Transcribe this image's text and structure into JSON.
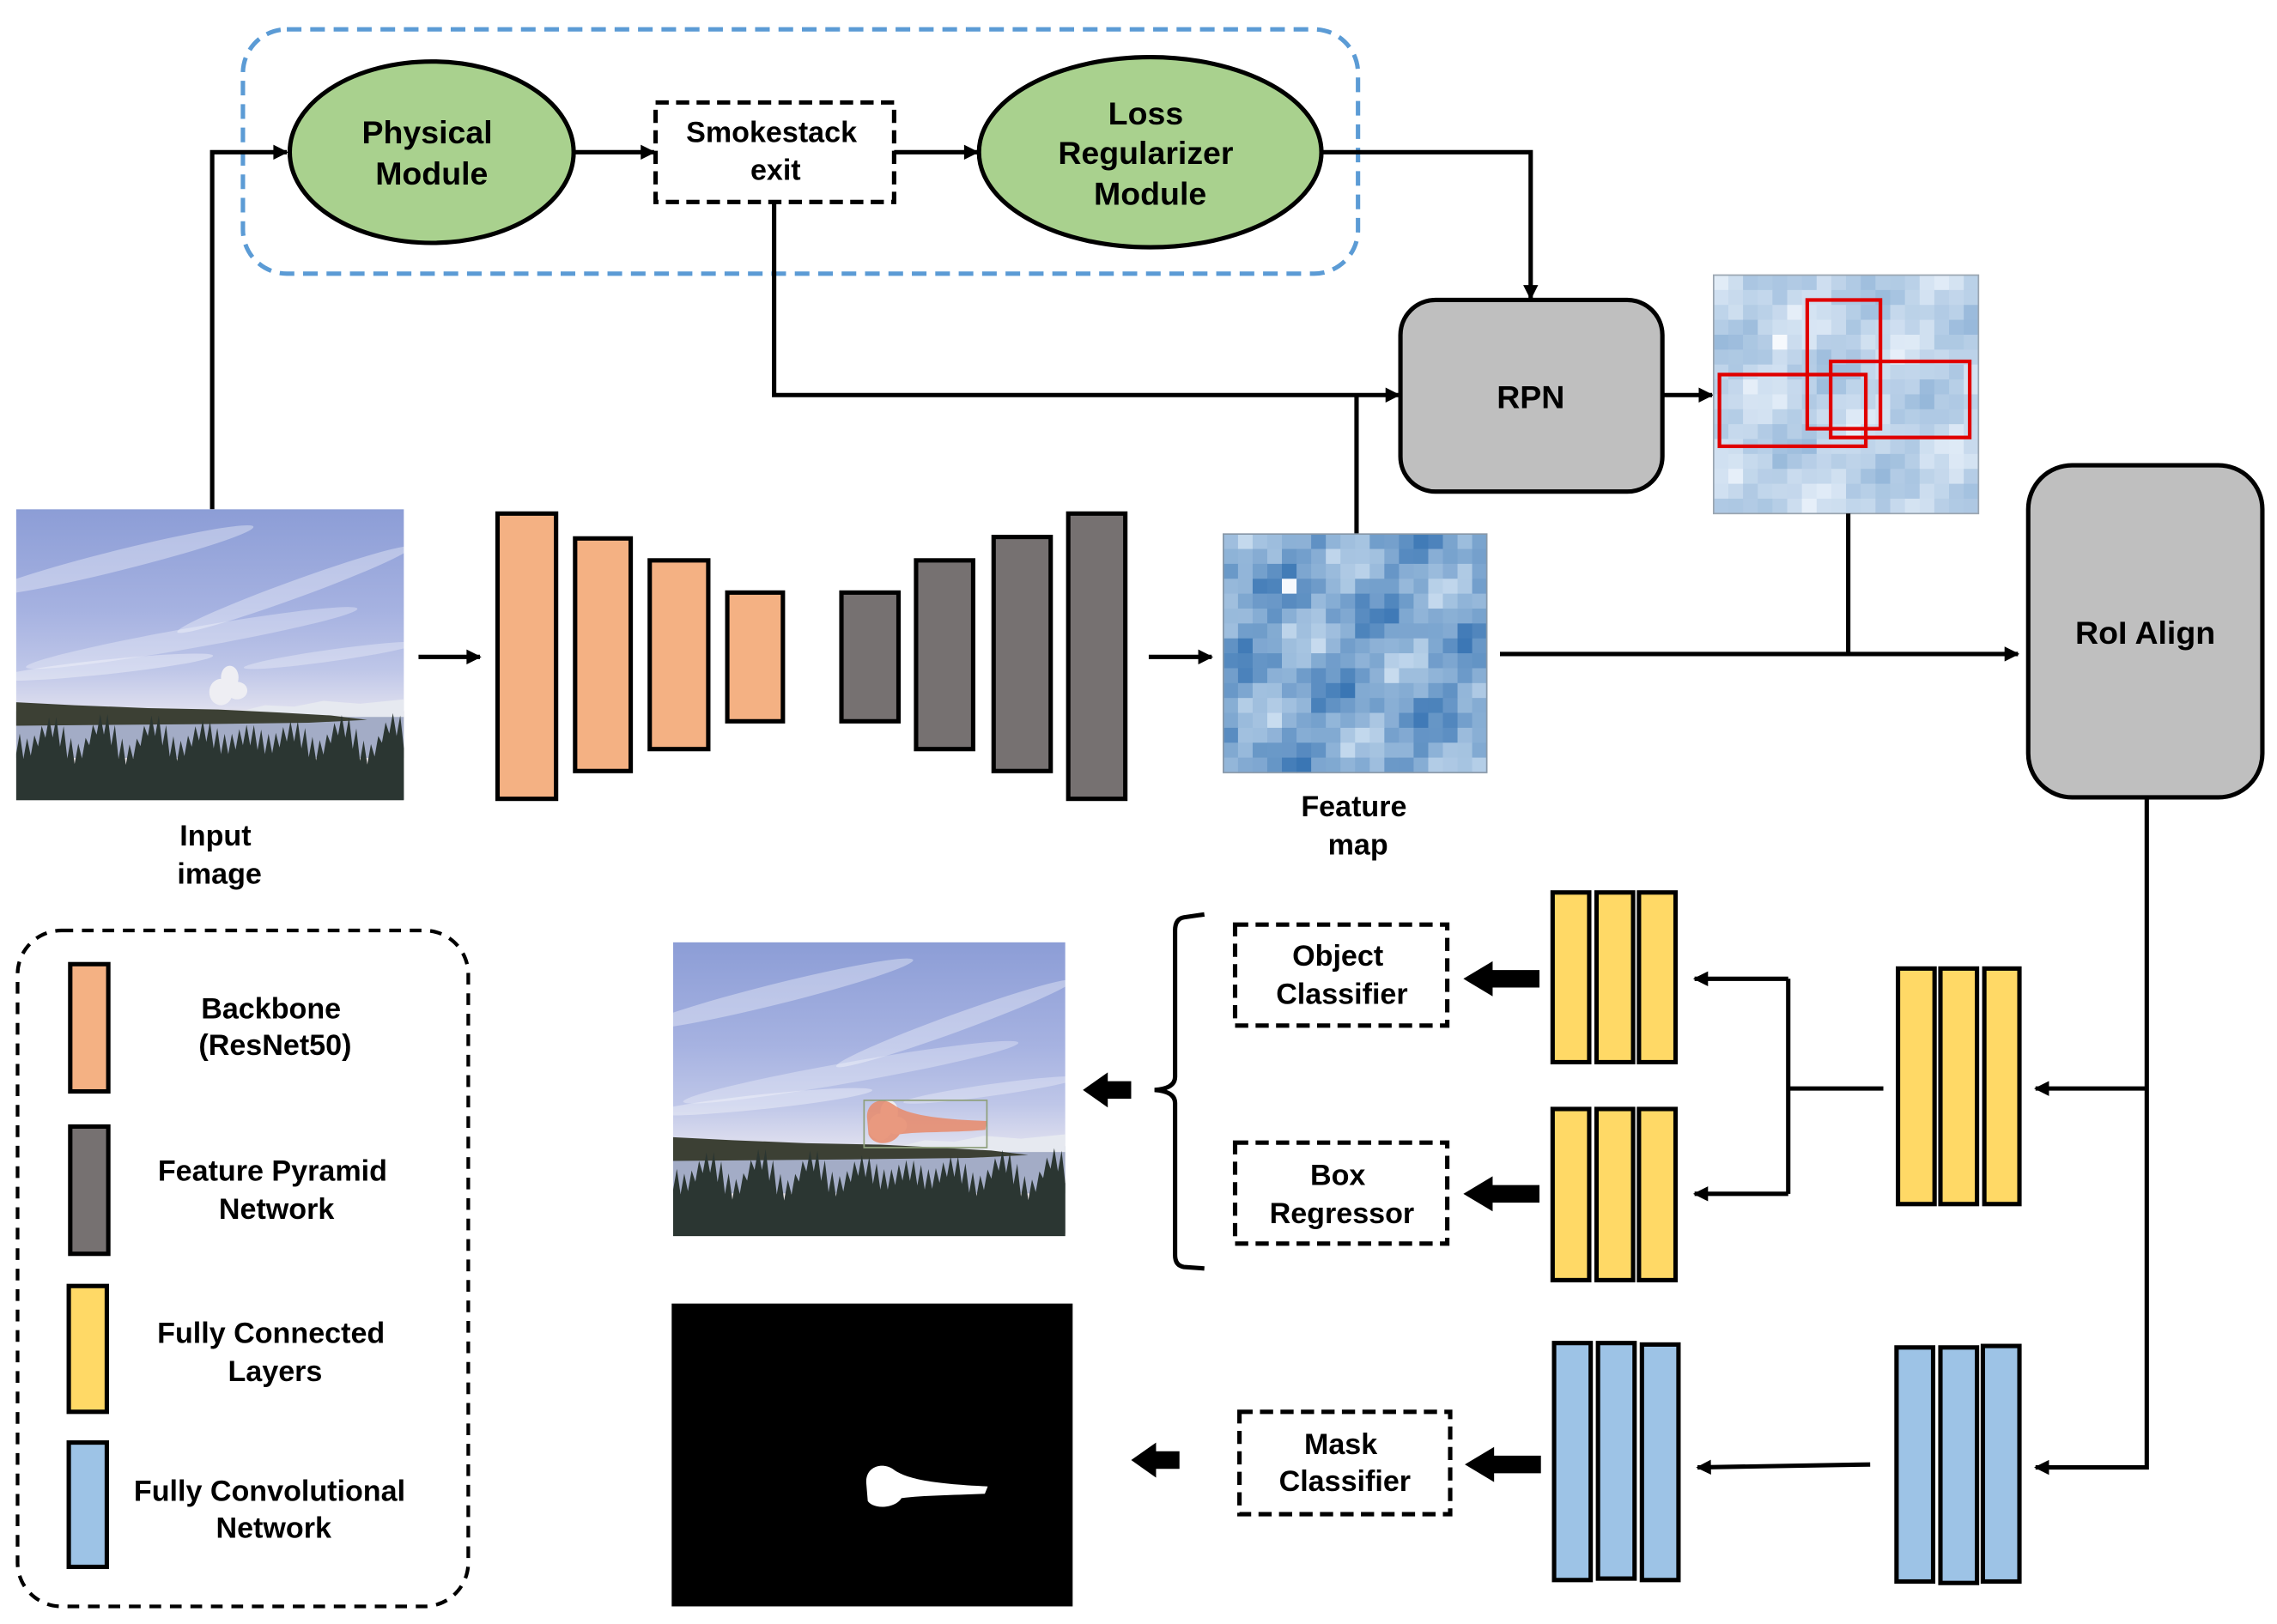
{
  "diagram": {
    "physical_module": {
      "lines": [
        "Physical",
        "Module"
      ]
    },
    "smokestack_exit": {
      "lines": [
        "Smokestack",
        "exit"
      ]
    },
    "loss_regularizer_module": {
      "lines": [
        "Loss",
        "Regularizer",
        "Module"
      ]
    },
    "rpn": {
      "label": "RPN"
    },
    "roi_align": {
      "label": "RoI Align"
    },
    "input_image": {
      "caption": [
        "Input",
        "image"
      ]
    },
    "feature_map": {
      "caption": [
        "Feature",
        "map"
      ]
    },
    "object_classifier": {
      "lines": [
        "Object",
        "Classifier"
      ]
    },
    "box_regressor": {
      "lines": [
        "Box",
        "Regressor"
      ]
    },
    "mask_classifier": {
      "lines": [
        "Mask",
        "Classifier"
      ]
    }
  },
  "legend": {
    "items": [
      {
        "lines": [
          "Backbone",
          "(ResNet50)"
        ]
      },
      {
        "lines": [
          "Feature Pyramid",
          "Network"
        ]
      },
      {
        "lines": [
          "Fully Connected",
          "Layers"
        ]
      },
      {
        "lines": [
          "Fully Convolutional",
          "Network"
        ]
      }
    ]
  },
  "colors": {
    "backbone": "#F4B183",
    "fpn": "#767171",
    "fully_connected": "#FFD966",
    "fully_convolutional": "#9DC3E6",
    "module_green": "#A9D18E",
    "block_gray": "#BFBFBF",
    "container_dashed": "#5B9BD5",
    "proposal_box": "#E00000",
    "mask_overlay": "#E8896A"
  }
}
